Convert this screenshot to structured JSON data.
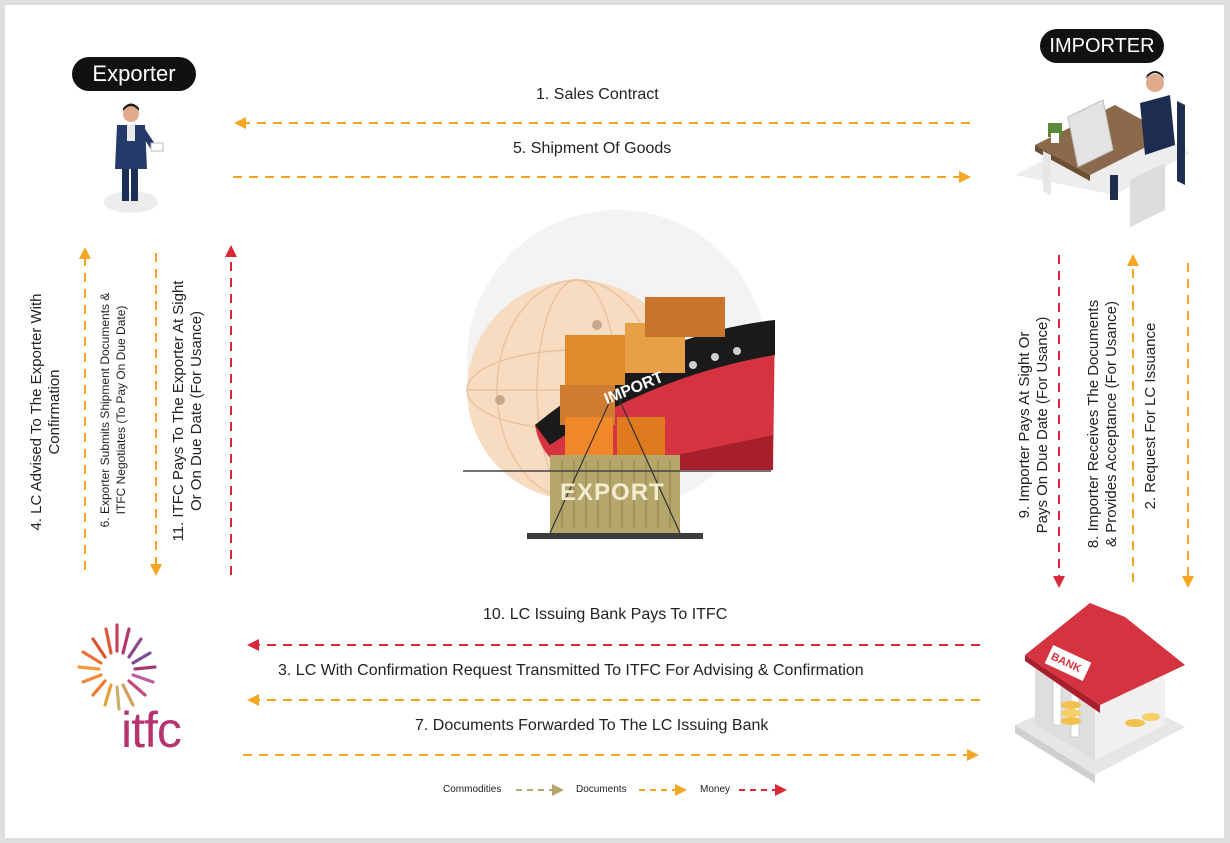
{
  "parties": {
    "exporter": "Exporter",
    "importer": "IMPORTER",
    "bank_sign": "BANK",
    "itfc_logo": "itfc"
  },
  "ship": {
    "import_label": "IMPORT",
    "export_label": "EXPORT"
  },
  "flows": {
    "step1": "1. Sales Contract",
    "step5": "5. Shipment Of Goods",
    "step4_line1": "4. LC Advised To The Exporter With",
    "step4_line2": "Confirmation",
    "step6_line1": "6. Exporter Submits Shipment Documents &",
    "step6_line2": "ITFC Negotiates (To Pay On Due Date)",
    "step11_line1": "11. ITFC Pays To The Exporter At Sight",
    "step11_line2": "Or On Due Date (For Usance)",
    "step9_line1": "9. Importer Pays At Sight Or",
    "step9_line2": "Pays  On Due Date (For Usance)",
    "step8_line1": "8. Importer Receives The Documents",
    "step8_line2": "&  Provides Acceptance (For Usance)",
    "step2": "2. Request For LC Issuance",
    "step10": "10. LC Issuing Bank Pays To ITFC",
    "step3": "3. LC With Confirmation Request Transmitted To ITFC For Advising & Confirmation",
    "step7": "7. Documents Forwarded To The LC Issuing Bank"
  },
  "legend": {
    "commodities": "Commodities",
    "documents": "Documents",
    "money": "Money"
  },
  "colors": {
    "documents": "#f5a623",
    "money": "#d8283a",
    "commodities": "#b5a66a",
    "pill_bg": "#111111",
    "itfc_brand": "#b5336f"
  }
}
